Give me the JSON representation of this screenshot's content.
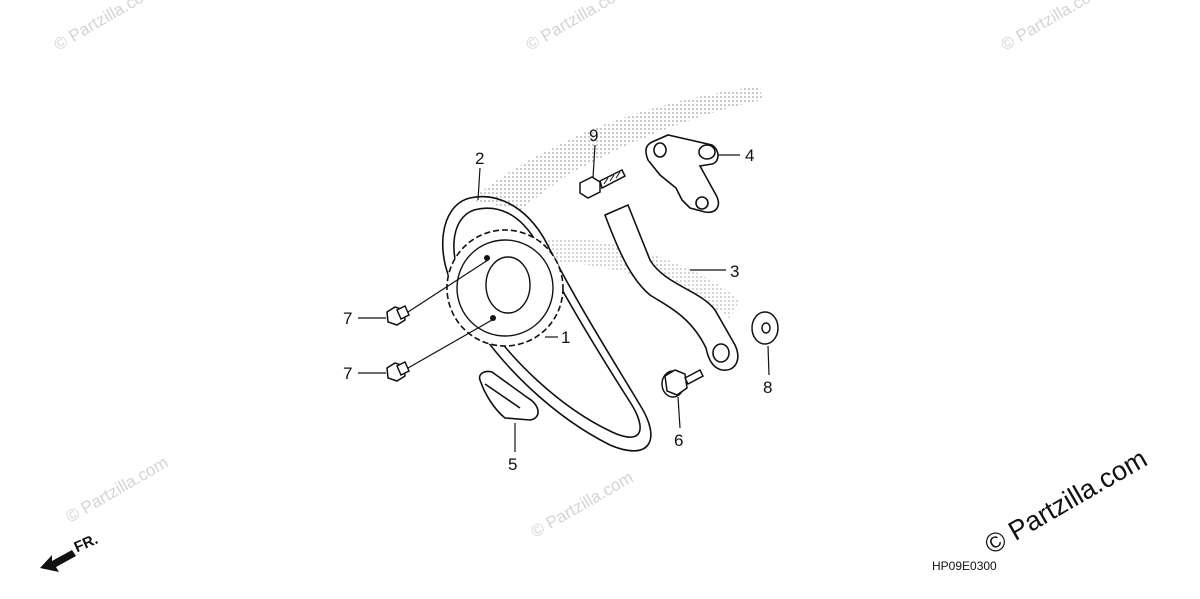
{
  "diagram": {
    "callouts": [
      {
        "id": "c1",
        "label": "1"
      },
      {
        "id": "c2",
        "label": "2"
      },
      {
        "id": "c3",
        "label": "3"
      },
      {
        "id": "c4",
        "label": "4"
      },
      {
        "id": "c5",
        "label": "5"
      },
      {
        "id": "c6",
        "label": "6"
      },
      {
        "id": "c7a",
        "label": "7"
      },
      {
        "id": "c7b",
        "label": "7"
      },
      {
        "id": "c8",
        "label": "8"
      },
      {
        "id": "c9",
        "label": "9"
      }
    ],
    "front_marker": "FR.",
    "diagram_code": "HP09E0300",
    "watermark": "© Partzilla.com"
  },
  "colors": {
    "line": "#111111",
    "stipple": "#9a9a9a",
    "watermark": "#d4d4d4"
  }
}
